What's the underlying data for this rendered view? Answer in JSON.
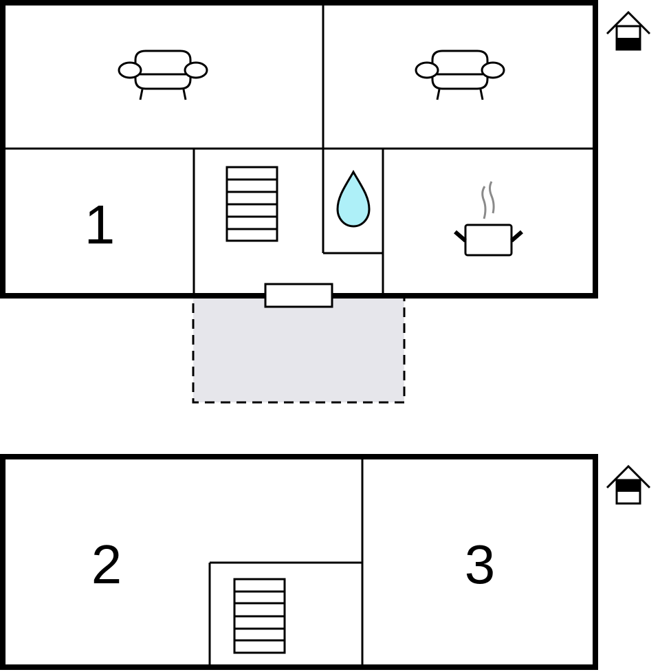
{
  "floors": [
    {
      "name": "ground-floor",
      "level_icon": "house-lower-level-icon",
      "rooms": [
        {
          "id": "living-room-1",
          "icon": "armchair-icon"
        },
        {
          "id": "living-room-2",
          "icon": "armchair-icon"
        },
        {
          "id": "bedroom-1",
          "label": "1"
        },
        {
          "id": "hallway",
          "icon": "stairs-icon"
        },
        {
          "id": "bathroom",
          "icon": "water-drop-icon"
        },
        {
          "id": "kitchen",
          "icon": "cooking-pot-icon"
        }
      ],
      "terrace": {
        "id": "terrace",
        "fill": "#e6e6eb"
      }
    },
    {
      "name": "upper-floor",
      "level_icon": "house-upper-level-icon",
      "rooms": [
        {
          "id": "bedroom-2",
          "label": "2"
        },
        {
          "id": "stair-landing",
          "icon": "stairs-icon"
        },
        {
          "id": "bedroom-3",
          "label": "3"
        }
      ]
    }
  ],
  "colors": {
    "wall": "#000000",
    "water": "#aef0f8",
    "steam": "#8a8a8a",
    "terrace": "#e6e6eb"
  }
}
